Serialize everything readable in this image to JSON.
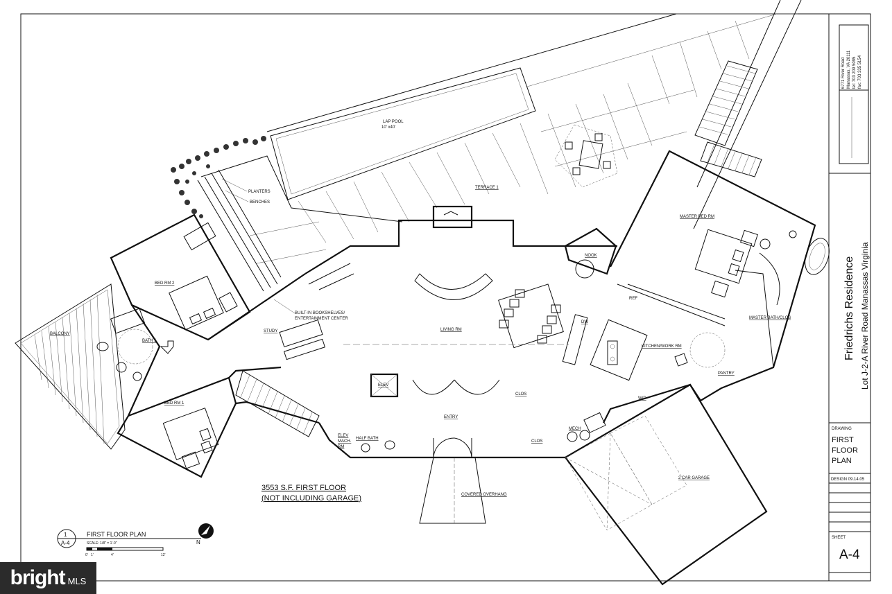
{
  "rooms": {
    "lap_pool": "LAP POOL",
    "lap_pool_size": "10' x40'",
    "terrace": "TERRACE 1",
    "planters": "PLANTERS",
    "benches": "BENCHES",
    "master_bed": "MASTER BED RM",
    "nook": "NOOK",
    "bed2": "BED RM 2",
    "balcony": "BALCONY",
    "bath1": "BATH 1",
    "bed1": "BED RM 1",
    "study": "STUDY",
    "builtin_line1": "BUILT-IN BOOKSHELVES/",
    "builtin_line2": "ENTERTAINMENT CENTER",
    "living": "LIVING RM",
    "dw": "DW",
    "kitchen": "KITCHEN/WORK RM",
    "master_bath": "MASTER BATH/CLOS",
    "pantry": "PANTRY",
    "wd": "W/D",
    "elev": "ELEV",
    "clos": "CLOS",
    "entry": "ENTRY",
    "elev_mach_1": "ELEV",
    "elev_mach_2": "MACH.",
    "elev_mach_3": "RM",
    "half_bath": "HALF BATH",
    "clos2": "CLOS",
    "mech": "MECH",
    "garage": "2 CAR GARAGE",
    "covered": "COVERED OVERHANG",
    "frig": "REF"
  },
  "area_note": {
    "line1": "3553 S.F. FIRST FLOOR",
    "line2": "(NOT INCLUDING GARAGE)"
  },
  "plan_label": {
    "number": "1",
    "sheet_ref": "A-4",
    "title": "FIRST FLOOR PLAN",
    "scale": "SCALE: 1/8\" = 1'-0\"",
    "scale_ticks": [
      "0'",
      "1'",
      "4'",
      "12'"
    ],
    "north": "N"
  },
  "title_block": {
    "address_lines": [
      "6771 River Road",
      "Manassas, VA 20111",
      "tel: 703 209 5095",
      "fax: 703 335 5154"
    ],
    "project": "Friedrichs Residence",
    "location": "Lot J-2-A  River Road  Manassas Virginia",
    "drawing_label": "DRAWING",
    "drawing_title": [
      "FIRST",
      "FLOOR",
      "PLAN"
    ],
    "design_date": "DESIGN 09.14.05",
    "sheet_label": "SHEET",
    "sheet_number": "A-4"
  },
  "watermark": {
    "brand": "bright",
    "suffix": "MLS"
  }
}
